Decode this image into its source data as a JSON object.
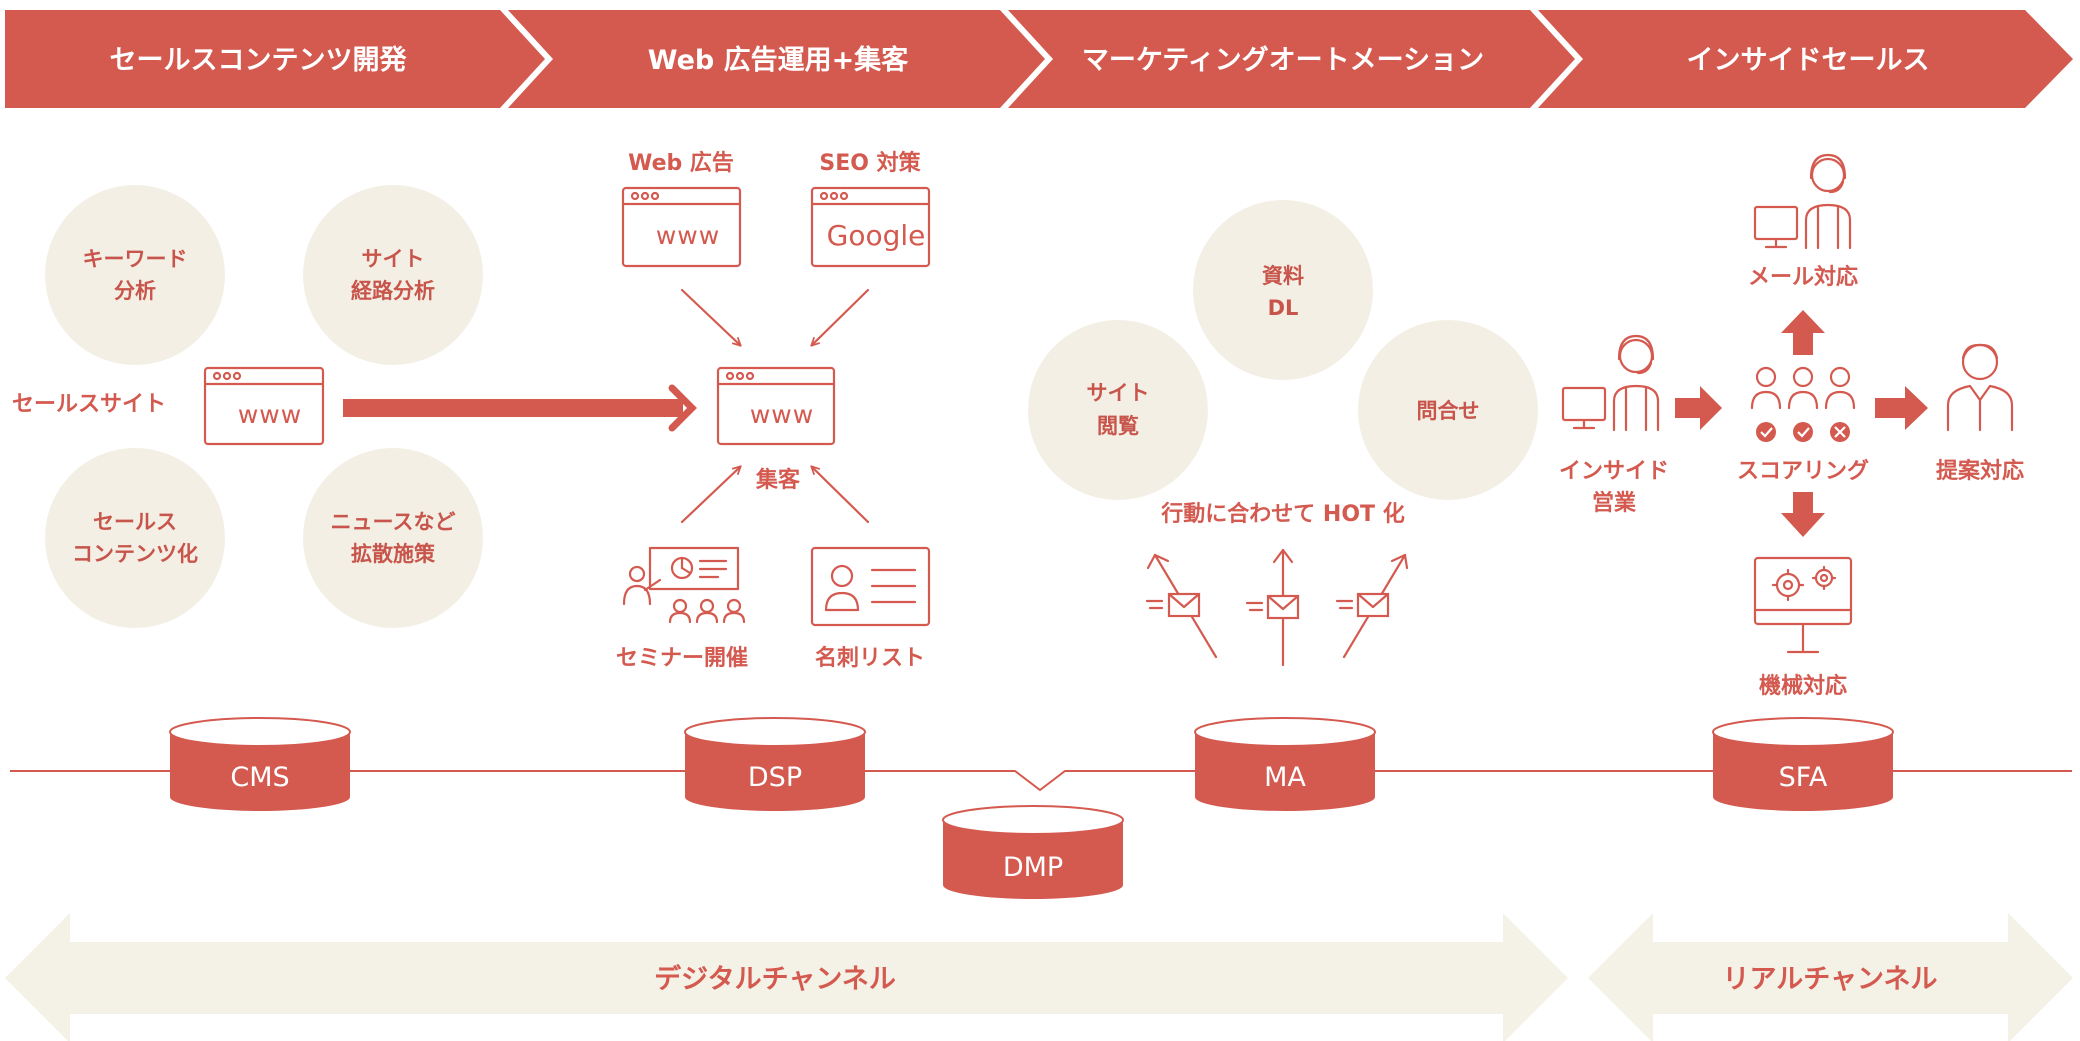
{
  "stages": [
    {
      "label": "セールスコンテンツ開発"
    },
    {
      "label": "Web 広告運用+集客"
    },
    {
      "label": "マーケティングオートメーション"
    },
    {
      "label": "インサイドセールス"
    }
  ],
  "content_dev": {
    "circles": [
      {
        "line1": "キーワード",
        "line2": "分析"
      },
      {
        "line1": "サイト",
        "line2": "経路分析"
      },
      {
        "line1": "セールス",
        "line2": "コンテンツ化"
      },
      {
        "line1": "ニュースなど",
        "line2": "拡散施策"
      }
    ],
    "sales_site": "セールスサイト",
    "browser_text": "www"
  },
  "ads": {
    "web_ad_label": "Web 広告",
    "seo_label": "SEO 対策",
    "www": "www",
    "google": "Google",
    "center_label": "集客",
    "seminar_label": "セミナー開催",
    "card_label": "名刺リスト"
  },
  "ma": {
    "circles": [
      {
        "line1": "資料",
        "line2": "DL"
      },
      {
        "line1": "サイト",
        "line2": "閲覧"
      },
      {
        "line1": "問合せ",
        "line2": ""
      }
    ],
    "hot_label": "行動に合わせて HOT 化"
  },
  "inside_sales": {
    "mail_label": "メール対応",
    "inside_label_1": "インサイド",
    "inside_label_2": "営業",
    "scoring_label": "スコアリング",
    "proposal_label": "提案対応",
    "machine_label": "機械対応"
  },
  "databases": [
    "CMS",
    "DSP",
    "DMP",
    "MA",
    "SFA"
  ],
  "channels": {
    "digital": "デジタルチャンネル",
    "real": "リアルチャンネル"
  },
  "colors": {
    "accent": "#d45a50",
    "cream": "#f3efe4",
    "band": "#f4f1e6"
  }
}
